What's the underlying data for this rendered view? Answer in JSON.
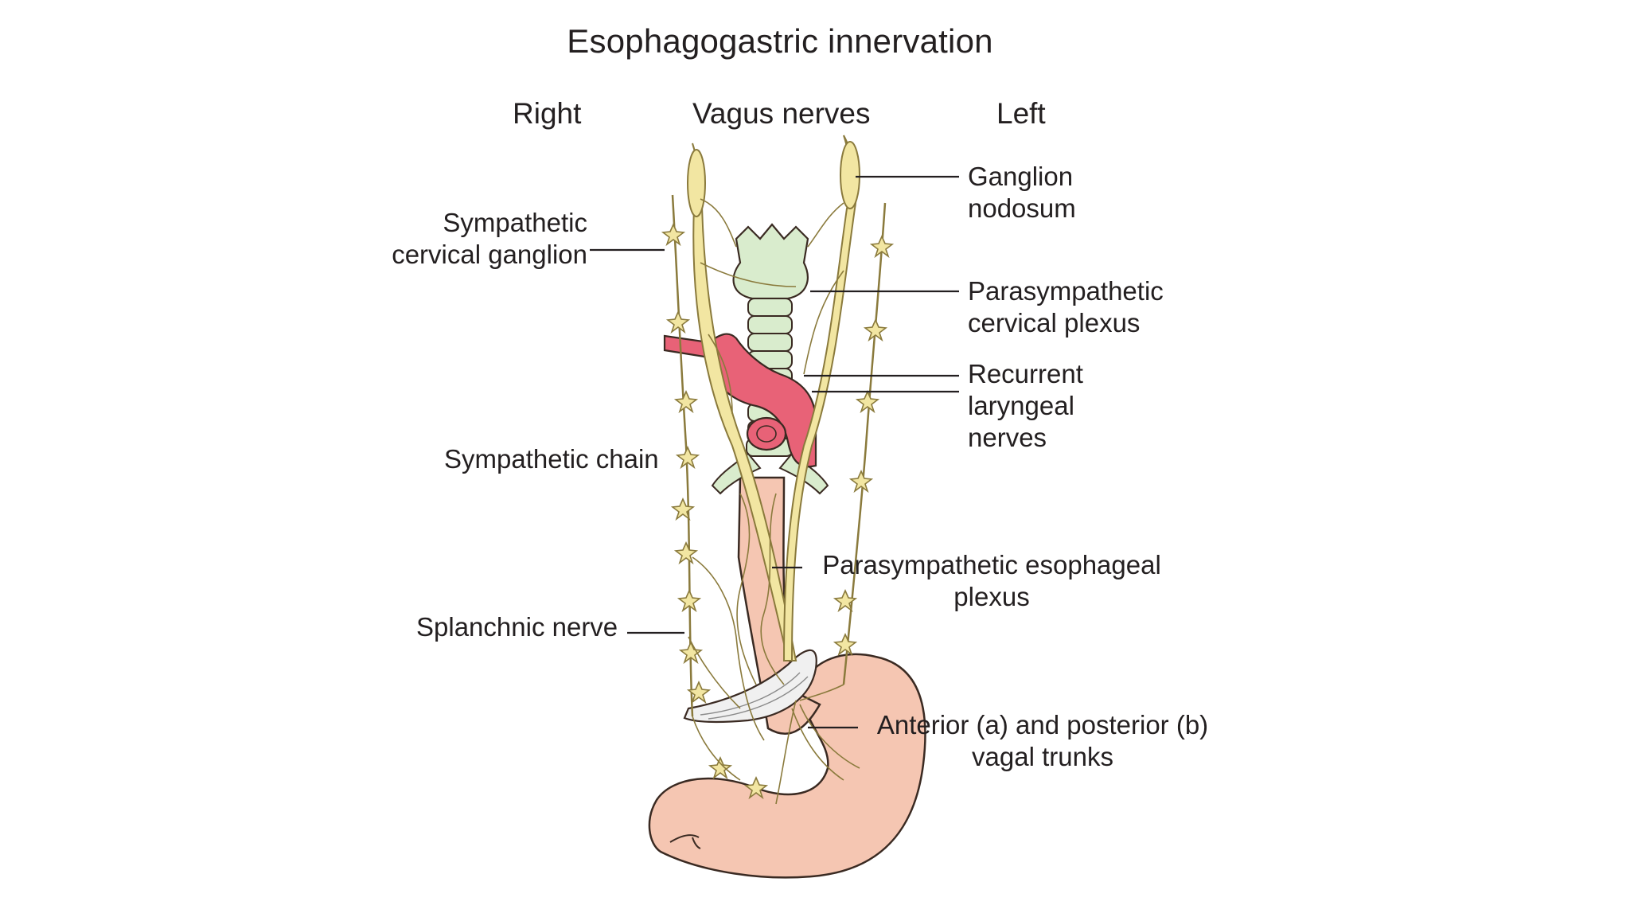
{
  "figure": {
    "title": "Esophagogastric innervation",
    "header_right": "Right",
    "header_center": "Vagus nerves",
    "header_left": "Left"
  },
  "labels": {
    "ganglion_nodosum": [
      "Ganglion",
      "nodosum"
    ],
    "sympathetic_cervical_ganglion": [
      "Sympathetic",
      "cervical ganglion"
    ],
    "parasympathetic_cervical_plexus": [
      "Parasympathetic",
      "cervical plexus"
    ],
    "recurrent_laryngeal_nerves": [
      "Recurrent",
      "laryngeal",
      "nerves"
    ],
    "sympathetic_chain": "Sympathetic chain",
    "parasympathetic_esophageal_plexus": [
      "Parasympathetic esophageal",
      "plexus"
    ],
    "splanchnic_nerve": "Splanchnic nerve",
    "vagal_trunks": [
      "Anterior (a) and posterior (b)",
      "vagal trunks"
    ]
  },
  "colors": {
    "nerve": "#f2e6a2",
    "nerve_outline": "#8a7a3c",
    "trachea": "#d9eccd",
    "aorta": "#e86277",
    "esophagus": "#f5c6b2",
    "stomach": "#f5c6b2",
    "leader_line": "#231f20"
  }
}
